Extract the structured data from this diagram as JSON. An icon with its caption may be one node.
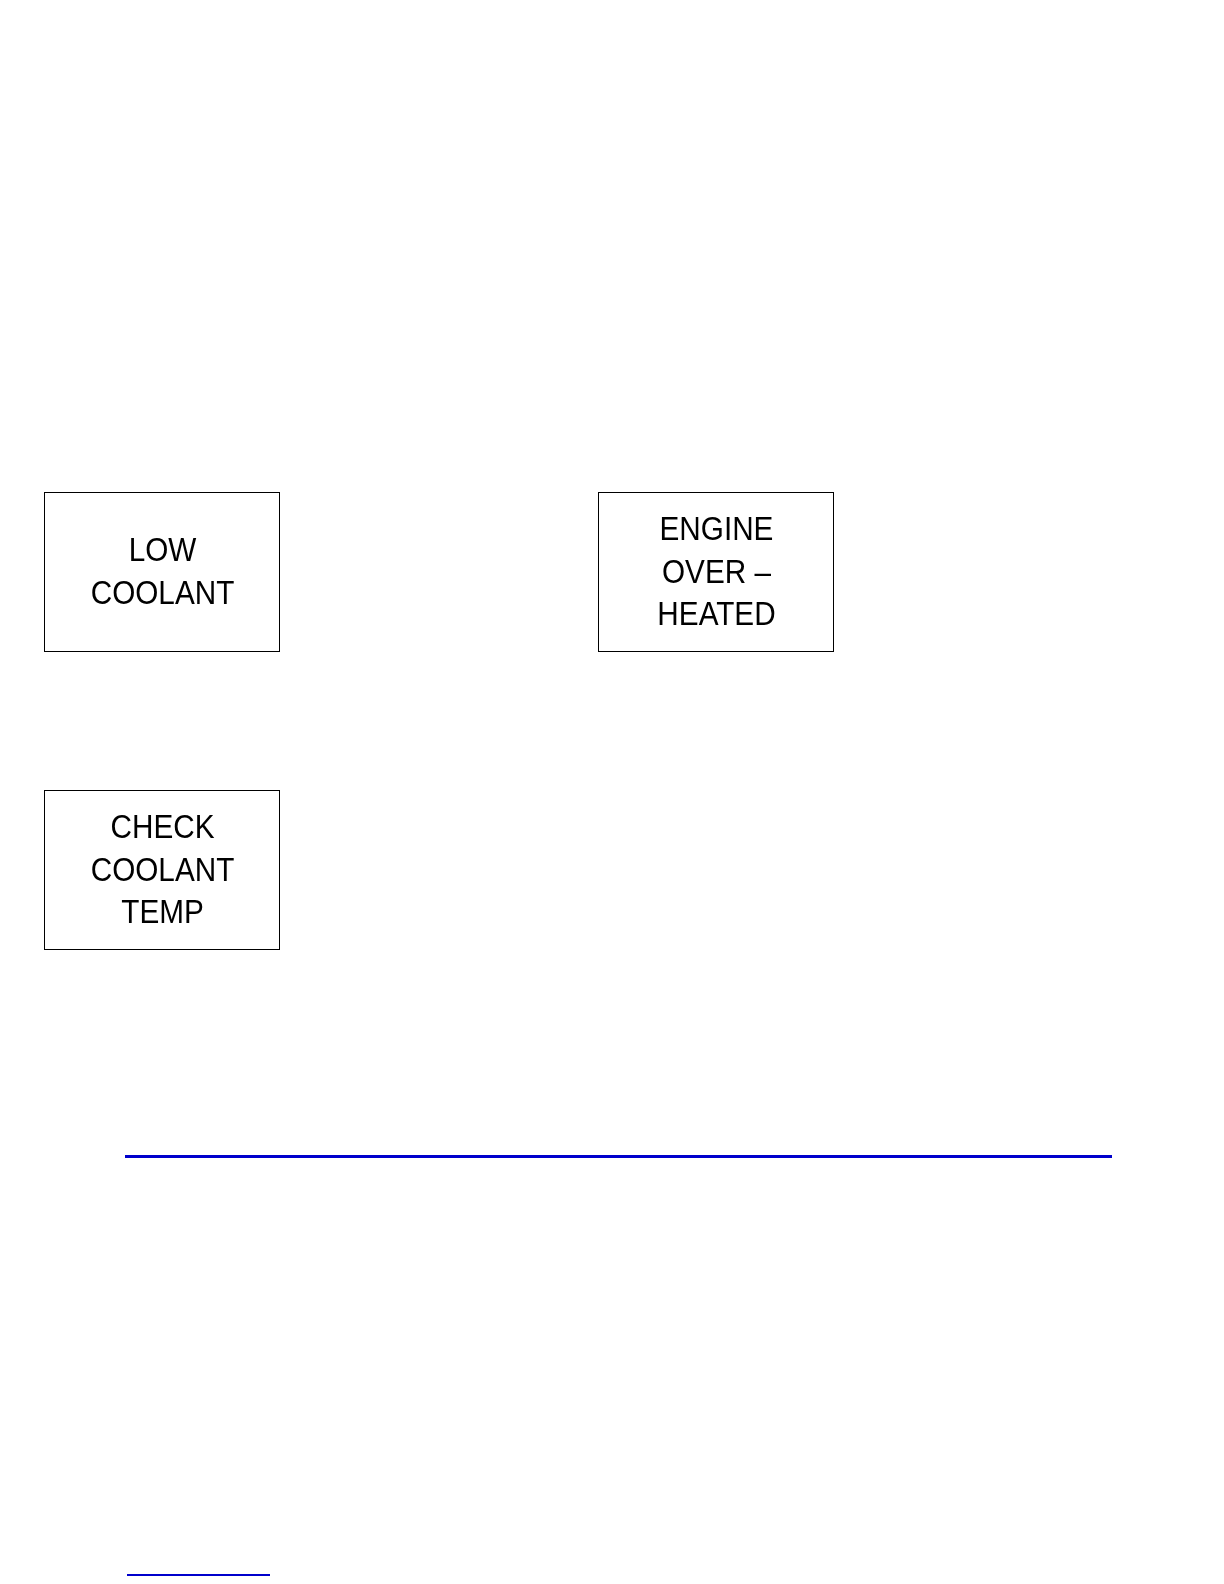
{
  "diagram": {
    "nodes": [
      {
        "text": [
          "LOW COOLANT"
        ]
      },
      {
        "text": [
          "ENGINE OVER – HEATED"
        ]
      },
      {
        "text": [
          "CHECK COOLANT TEMP"
        ]
      }
    ]
  }
}
